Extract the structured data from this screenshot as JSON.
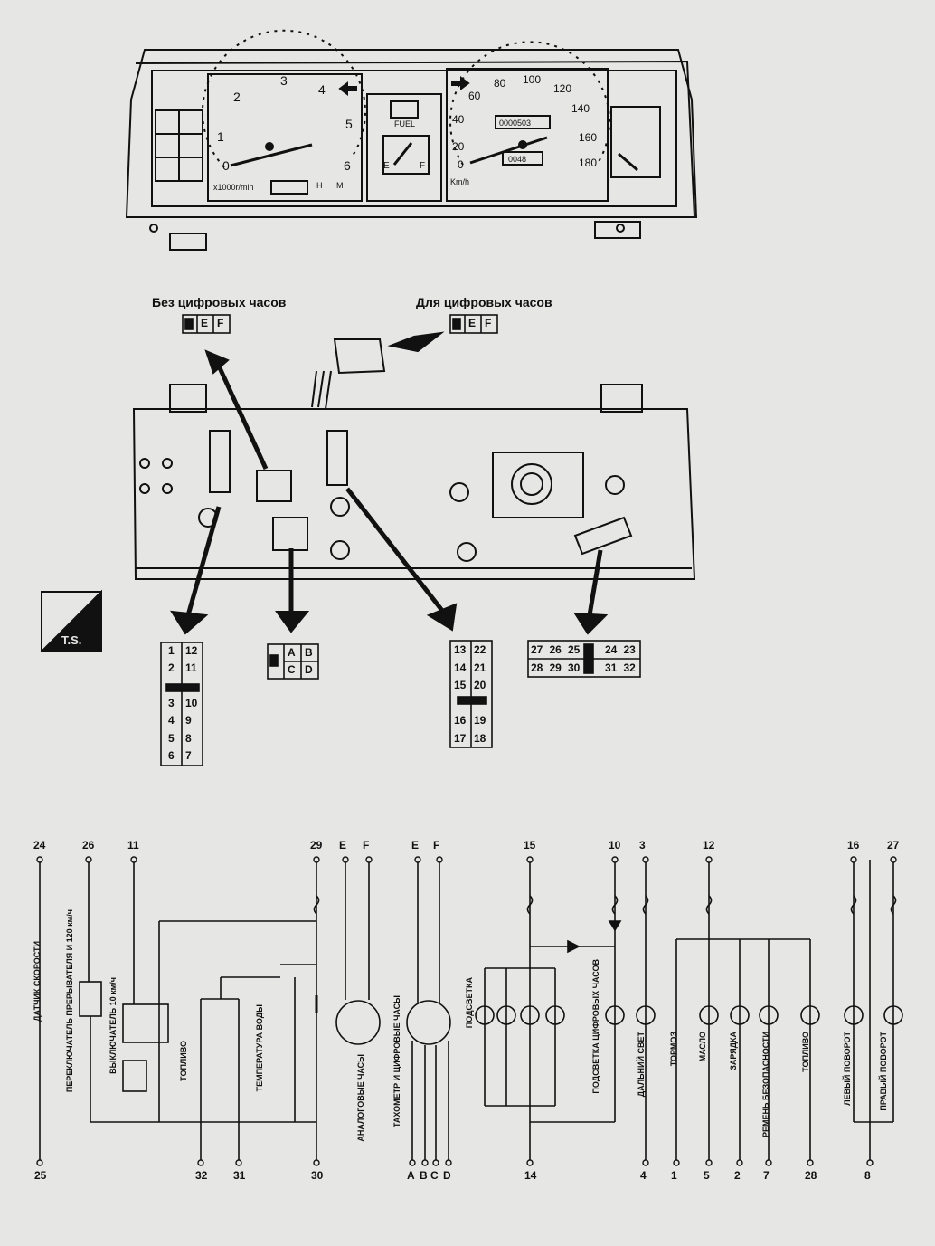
{
  "cluster": {
    "tach_numbers": [
      "0",
      "1",
      "2",
      "3",
      "4",
      "5",
      "6"
    ],
    "tach_unit": "x1000r/min",
    "speedo_numbers": [
      "0",
      "20",
      "40",
      "60",
      "80",
      "100",
      "120",
      "140",
      "160",
      "180"
    ],
    "speedo_unit": "Km/h",
    "odometer": "0000503",
    "trip": "0048",
    "fuel_label": "FUEL",
    "fuel_empty": "E",
    "fuel_full": "F",
    "hm_h": "H",
    "hm_m": "M"
  },
  "labels": {
    "without_digital": "Без цифровых часов",
    "with_digital": "Для цифровых часов",
    "ts_badge": "T.S."
  },
  "clock_connector": [
    "E",
    "F"
  ],
  "connectors": {
    "left": [
      [
        "1",
        "12"
      ],
      [
        "2",
        "11"
      ],
      [
        "",
        ""
      ],
      [
        "3",
        "10"
      ],
      [
        "4",
        "9"
      ],
      [
        "5",
        "8"
      ],
      [
        "6",
        "7"
      ]
    ],
    "abcd": [
      [
        "A",
        "B"
      ],
      [
        "C",
        "D"
      ]
    ],
    "mid": [
      [
        "13",
        "22"
      ],
      [
        "14",
        "21"
      ],
      [
        "15",
        "20"
      ],
      [
        "",
        ""
      ],
      [
        "16",
        "19"
      ],
      [
        "17",
        "18"
      ]
    ],
    "right_top": [
      "27",
      "26",
      "25",
      "",
      "24",
      "23"
    ],
    "right_bottom": [
      "28",
      "29",
      "30",
      "",
      "31",
      "32"
    ]
  },
  "schematic": {
    "top_pins": [
      "24",
      "26",
      "11",
      "29",
      "E",
      "F",
      "E",
      "F",
      "15",
      "10",
      "3",
      "12",
      "16",
      "27"
    ],
    "bottom_pins": [
      "25",
      "32",
      "31",
      "30",
      "A",
      "B",
      "C",
      "D",
      "14",
      "4",
      "1",
      "5",
      "2",
      "7",
      "28",
      "8"
    ],
    "components": {
      "speed_sensor": "ДАТЧИК СКОРОСТИ",
      "switch_10_120": "ПЕРЕКЛЮЧАТЕЛЬ ПРЕРЫВАТЕЛЯ И 120 км/ч",
      "switch_10": "ВЫКЛЮЧАТЕЛЬ 10 км/ч",
      "fuel": "ТОПЛИВО",
      "water_temp": "ТЕМПЕРАТУРА ВОДЫ",
      "analog_clock": "АНАЛОГОВЫЕ ЧАСЫ",
      "tacho_clock": "ТАХОМЕТР И ЦИФРОВЫЕ ЧАСЫ",
      "backlight": "ПОДСВЕТКА",
      "clock_backlight": "ПОДСВЕТКА ЦИФРОВЫХ ЧАСОВ",
      "high_beam": "ДАЛЬНИЙ СВЕТ",
      "brake": "ТОРМОЗ",
      "oil": "МАСЛО",
      "charge": "ЗАРЯДКА",
      "seatbelt": "РЕМЕНЬ БЕЗОПАСНОСТИ",
      "fuel_lamp": "ТОПЛИВО",
      "left_turn": "ЛЕВЫЙ ПОВОРОТ",
      "right_turn": "ПРАВЫЙ ПОВОРОТ"
    }
  }
}
